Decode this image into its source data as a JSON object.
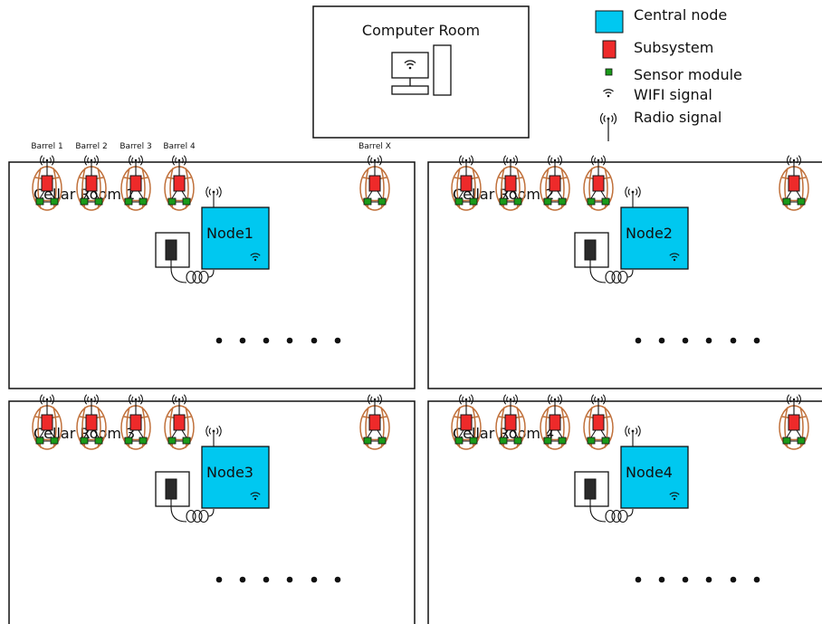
{
  "computer_room": {
    "title": "Computer Room"
  },
  "legend": [
    {
      "label": "Central node",
      "icon": "central-node-icon",
      "color": "#00c8f0"
    },
    {
      "label": "Subsystem",
      "icon": "subsystem-icon",
      "color": "#ee2a2a"
    },
    {
      "label": "Sensor module",
      "icon": "sensor-module-icon",
      "color": "#1a9a1a"
    },
    {
      "label": "WIFI signal",
      "icon": "wifi-icon"
    },
    {
      "label": "Radio signal",
      "icon": "radio-antenna-icon"
    }
  ],
  "rooms": [
    {
      "title": "Cellar Room 1",
      "node": "Node1",
      "barrel_labels": [
        "Barrel 1",
        "Barrel 2",
        "Barrel 3",
        "Barrel 4"
      ],
      "last_barrel_label": "Barrel X"
    },
    {
      "title": "Cellar Room 2",
      "node": "Node2",
      "barrel_labels": [],
      "last_barrel_label": ""
    },
    {
      "title": "Cellar Room 3",
      "node": "Node3",
      "barrel_labels": [],
      "last_barrel_label": ""
    },
    {
      "title": "Cellar Room 4",
      "node": "Node4",
      "barrel_labels": [],
      "last_barrel_label": ""
    }
  ],
  "colors": {
    "node": "#00c8f0",
    "subsystem": "#ee2a2a",
    "sensor": "#1a9a1a",
    "barrel": "#c0703a",
    "outline": "#111111"
  }
}
